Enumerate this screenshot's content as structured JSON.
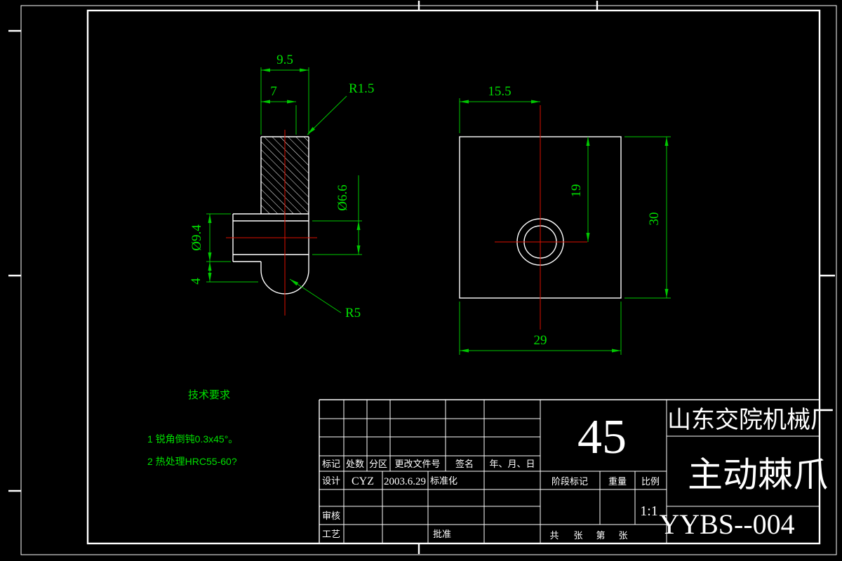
{
  "colors": {
    "background": "#000000",
    "geometry": "#ffffff",
    "dimensions": "#00c800",
    "centerlines": "#dd1100"
  },
  "left_view": {
    "dim_width_outer": "9.5",
    "dim_width_inner": "7",
    "dim_fillet": "R1.5",
    "dim_bore": "Ø6.6",
    "dim_boss": "Ø9.4",
    "dim_tip": "4",
    "dim_round": "R5"
  },
  "right_view": {
    "dim_hole_offset_x": "15.5",
    "dim_hole_offset_y": "19",
    "dim_height": "30",
    "dim_width": "29"
  },
  "notes": {
    "title": "技术要求",
    "item1": "1  锐角倒钝0.3x45°。",
    "item2": "2  热处理HRC55-60?"
  },
  "title_block": {
    "material": "45",
    "company": "山东交院机械厂",
    "part_name": "主动棘爪",
    "drawing_number": "YYBS--004",
    "col_mark": "标记",
    "col_count": "处数",
    "col_zone": "分区",
    "col_change_file": "更改文件号",
    "col_signature": "签名",
    "col_date": "年、月、日",
    "row_design": "设计",
    "designer": "CYZ",
    "design_date": "2003.6.29",
    "standardization": "标准化",
    "row_review": "审核",
    "row_process": "工艺",
    "approve": "批准",
    "stage_mark": "阶段标记",
    "weight": "重量",
    "scale_label": "比例",
    "scale_value": "1:1",
    "sheet_gong": "共",
    "sheet_zhang_a": "张",
    "sheet_di": "第",
    "sheet_zhang_b": "张"
  }
}
